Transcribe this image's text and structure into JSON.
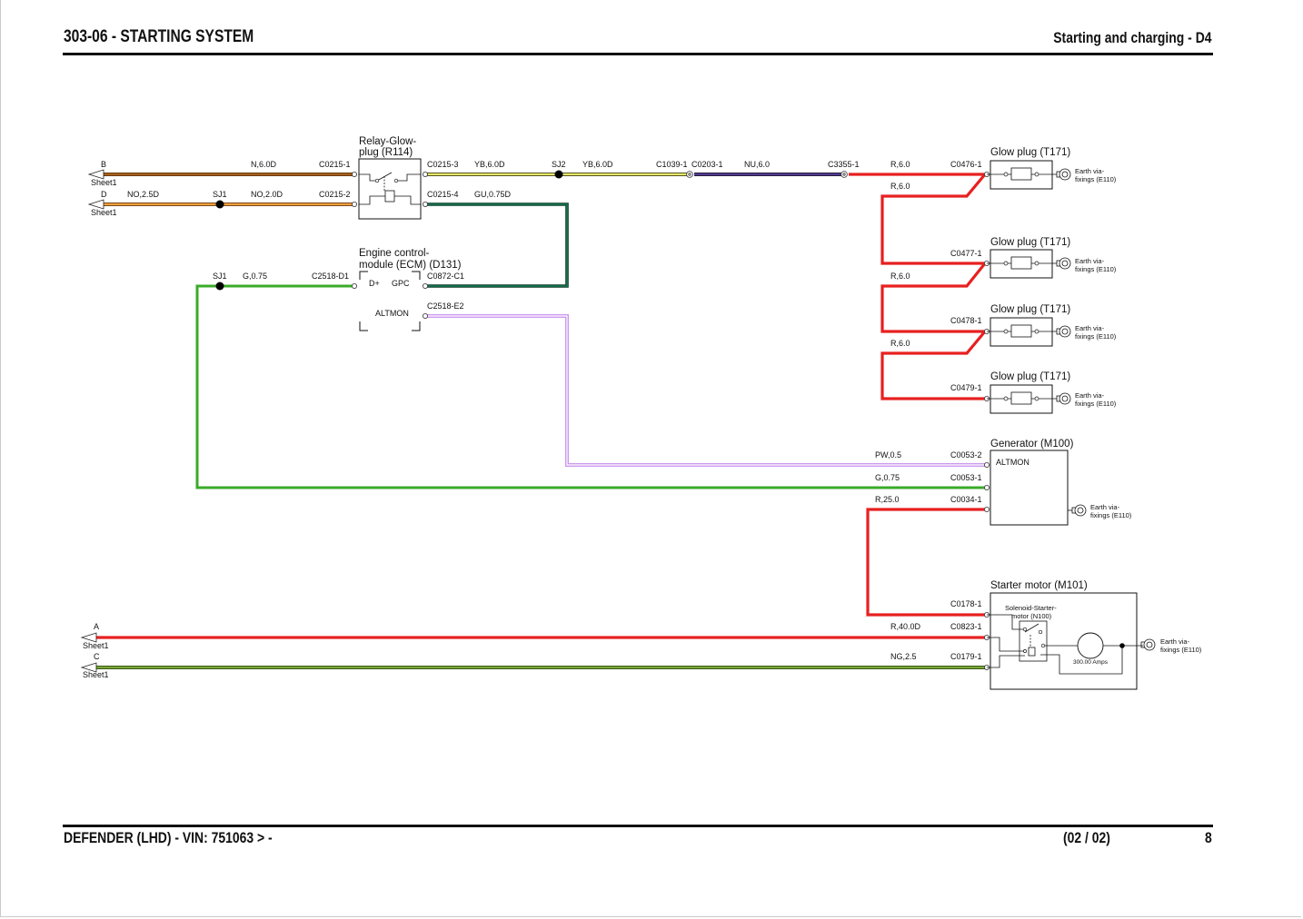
{
  "header": {
    "title": "303-06 - STARTING SYSTEM",
    "section": "Starting and charging - D4"
  },
  "footer": {
    "vehicle": "DEFENDER  (LHD) - VIN: 751063 > -",
    "sheet": "(02 / 02)",
    "page": "8"
  },
  "colors": {
    "brown": "#8a4a12",
    "orange": "#d9821a",
    "yellow_black": "#c8c84a",
    "blue_black": "#3a2a7a",
    "red": "#e82020",
    "green_blue": "#0f6a4a",
    "green": "#3aab28",
    "pink_white": "#cc99ee",
    "green_olive": "#5a8a28"
  },
  "off_sheet": {
    "B": "B",
    "D": "D",
    "A": "A",
    "C": "C",
    "sheet": "Sheet1"
  },
  "wires": {
    "n6": "N,6.0D",
    "no25": "NO,2.5D",
    "no20": "NO,2.0D",
    "yb1": "YB,6.0D",
    "yb2": "YB,6.0D",
    "nu": "NU,6.0",
    "r6a": "R,6.0",
    "r6b": "R,6.0",
    "r6c": "R,6.0",
    "r6d": "R,6.0",
    "gu": "GU,0.75D",
    "g075a": "G,0.75",
    "pw": "PW,0.5",
    "g075b": "G,0.75",
    "r25": "R,25.0",
    "r40": "R,40.0D",
    "ng": "NG,2.5"
  },
  "splices": {
    "sj1a": "SJ1",
    "sj1b": "SJ1",
    "sj2": "SJ2"
  },
  "connectors": {
    "c0215_1": "C0215-1",
    "c0215_2": "C0215-2",
    "c0215_3": "C0215-3",
    "c0215_4": "C0215-4",
    "c1039": "C1039-1",
    "c0203": "C0203-1",
    "c3355": "C3355-1",
    "c0476": "C0476-1",
    "c0477": "C0477-1",
    "c0478": "C0478-1",
    "c0479": "C0479-1",
    "c2518d1": "C2518-D1",
    "c0872": "C0872-C1",
    "c2518e2": "C2518-E2",
    "c0053_2": "C0053-2",
    "c0053_1": "C0053-1",
    "c0034": "C0034-1",
    "c0178": "C0178-1",
    "c0823": "C0823-1",
    "c0179": "C0179-1"
  },
  "components": {
    "relay_l1": "Relay-Glow-",
    "relay_l2": "plug (R114)",
    "ecm_l1": "Engine control-",
    "ecm_l2": "module (ECM) (D131)",
    "ecm_dplus": "D+",
    "ecm_gpc": "GPC",
    "ecm_altmon": "ALTMON",
    "glow1": "Glow plug (T171)",
    "glow2": "Glow plug (T171)",
    "glow3": "Glow plug (T171)",
    "glow4": "Glow plug (T171)",
    "generator": "Generator (M100)",
    "gen_altmon": "ALTMON",
    "starter": "Starter motor (M101)",
    "solenoid_l1": "Solenoid-Starter-",
    "solenoid_l2": "motor (N100)",
    "amps": "300.00 Amps"
  },
  "earth": {
    "l1": "Earth via-",
    "l2": "fixings (E110)"
  }
}
